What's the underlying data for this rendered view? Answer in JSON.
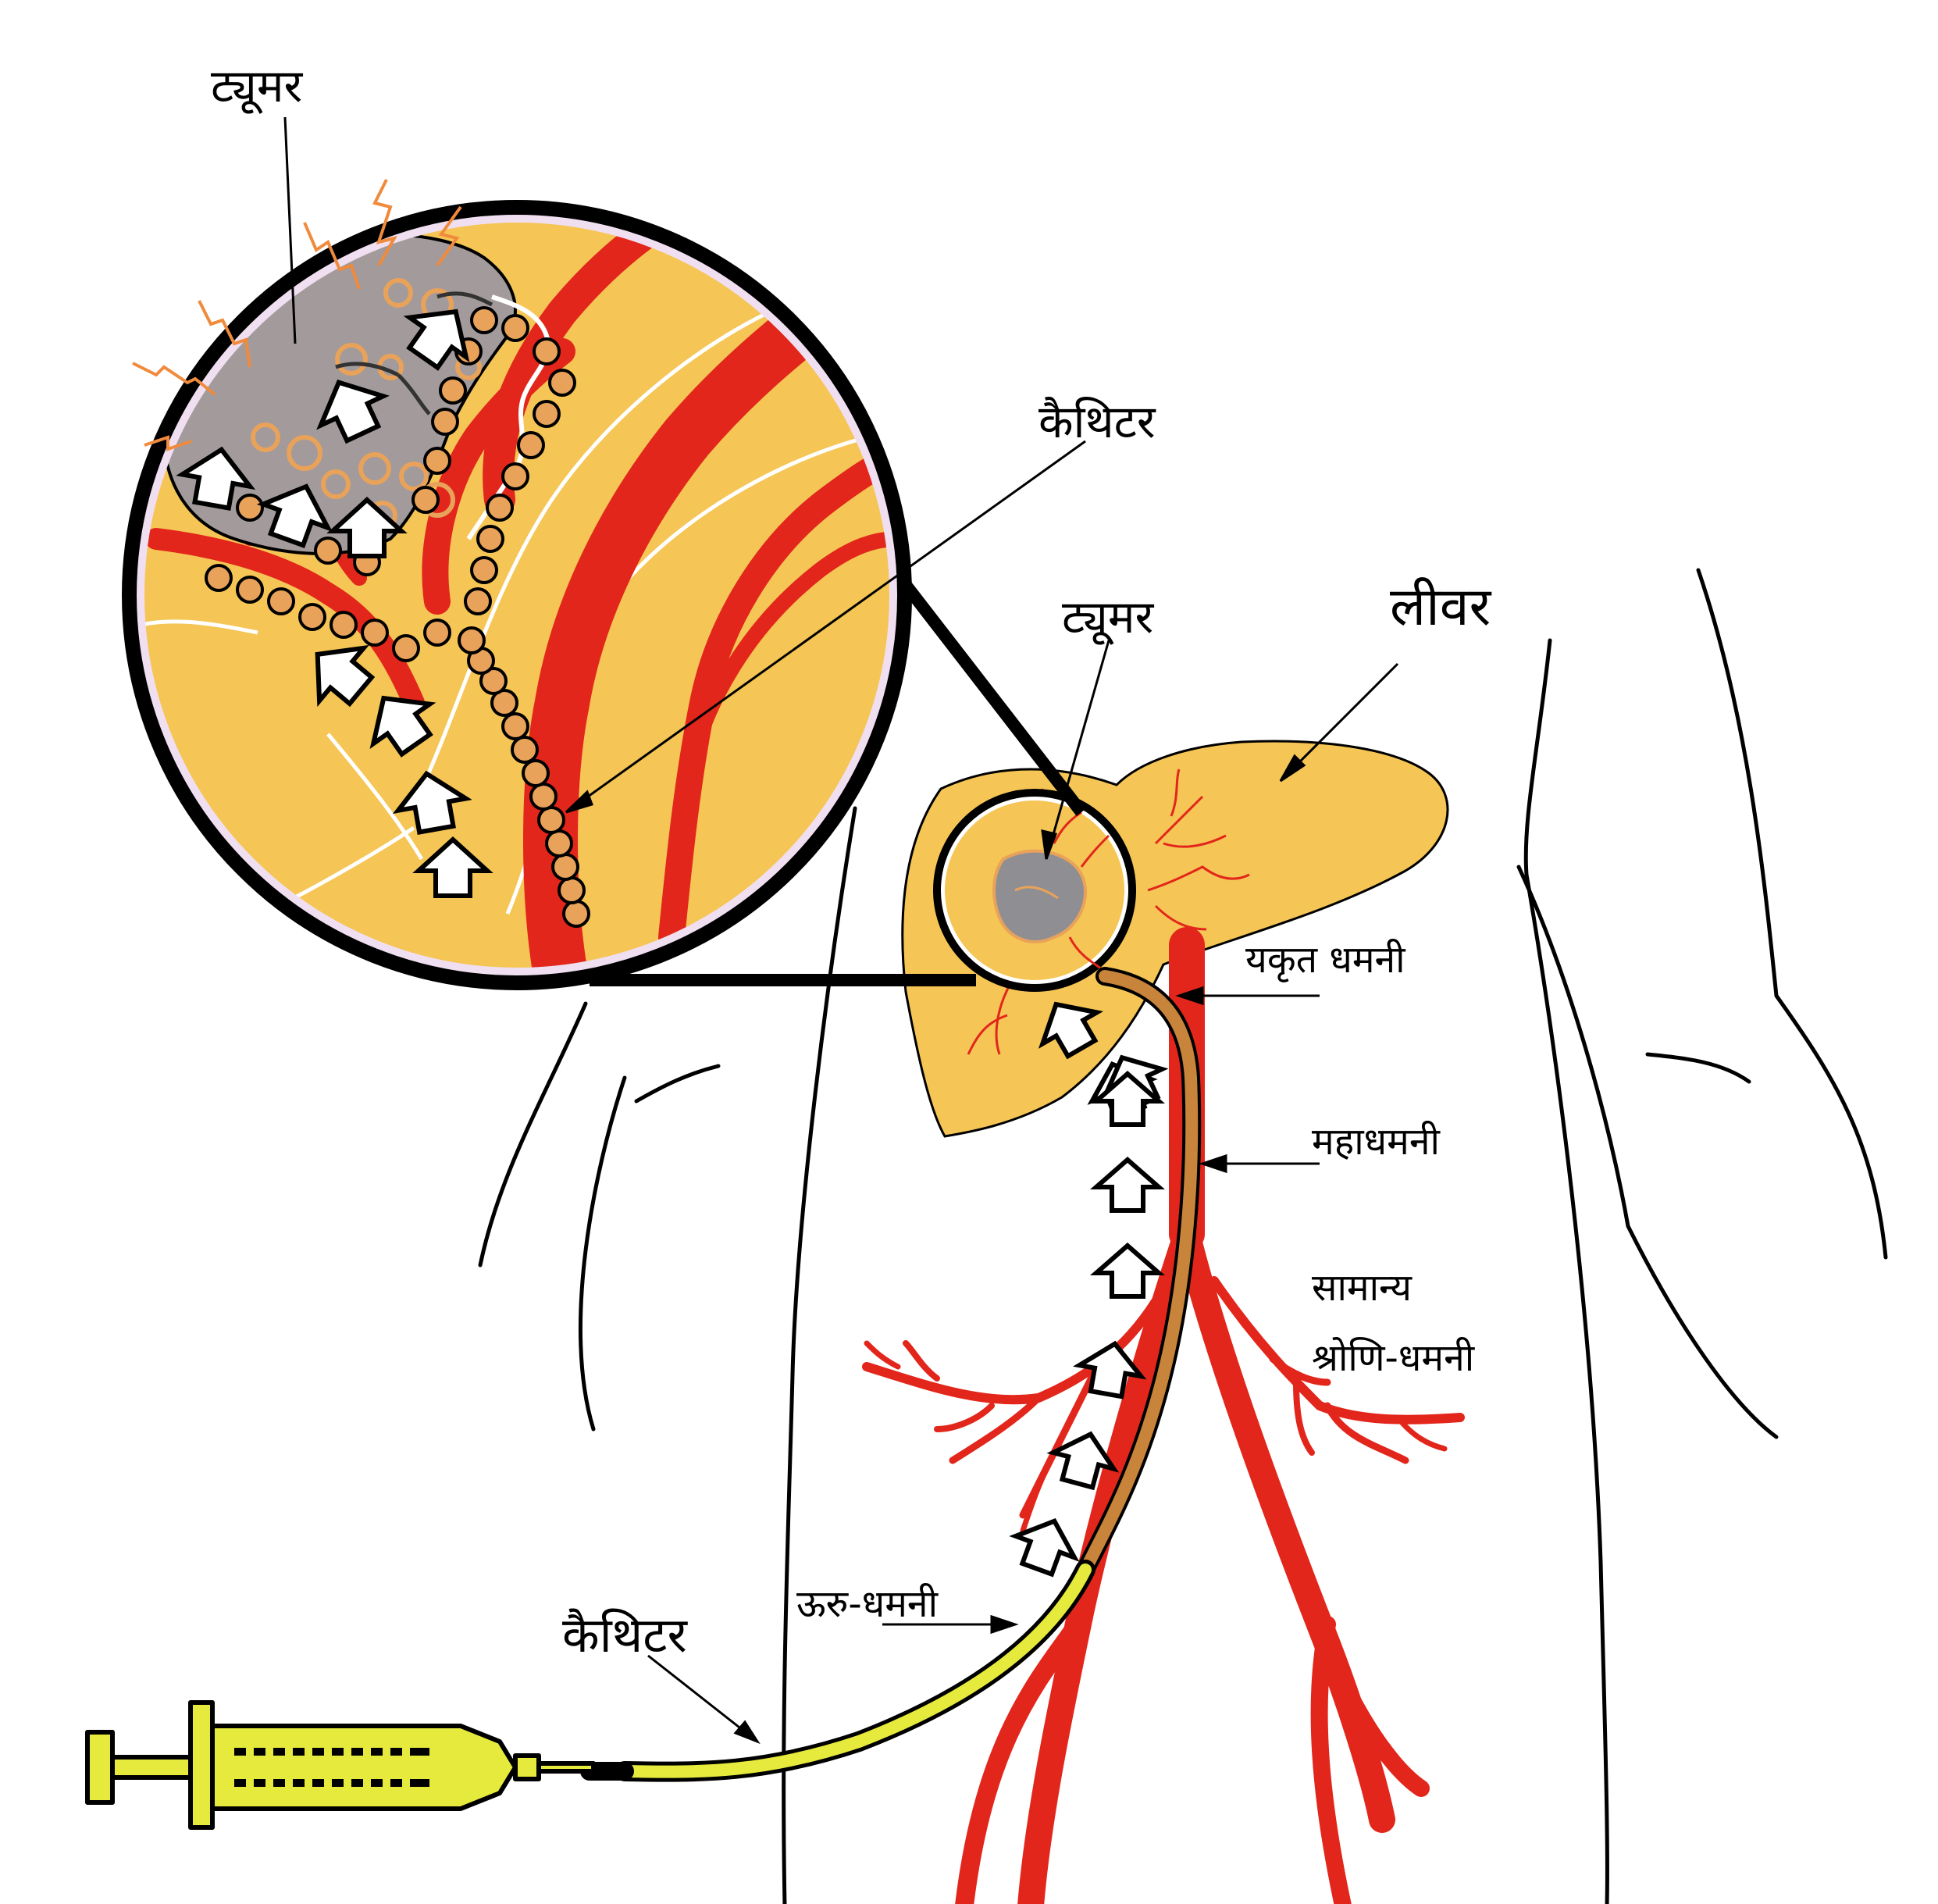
{
  "labels": {
    "tumor_zoom": "ट्यूमर",
    "catheter_zoom": "कैथिटर",
    "tumor_liver": "ट्यूमर",
    "liver": "लीवर",
    "hepatic_artery": "यकृत धमनी",
    "aorta": "महाधमनी",
    "common_iliac_line1": "सामान्य",
    "common_iliac_line2": "श्रोणि-धमनी",
    "femoral_artery": "ऊरु-धमनी",
    "catheter_bottom": "कैथिटर"
  },
  "colors": {
    "artery_red": "#e2261b",
    "liver_yellow": "#f5c555",
    "tumor_gray": "#a39a9b",
    "catheter_brown": "#c8843a",
    "catheter_yellow": "#e6ea3c",
    "particle_orange": "#e8a25a",
    "spark_orange": "#f08a3c",
    "outline_black": "#000000",
    "zoom_rim_pink": "#f0dff0"
  },
  "icons": [
    "syringe-icon",
    "flow-arrow-icon",
    "lightning-icon"
  ]
}
